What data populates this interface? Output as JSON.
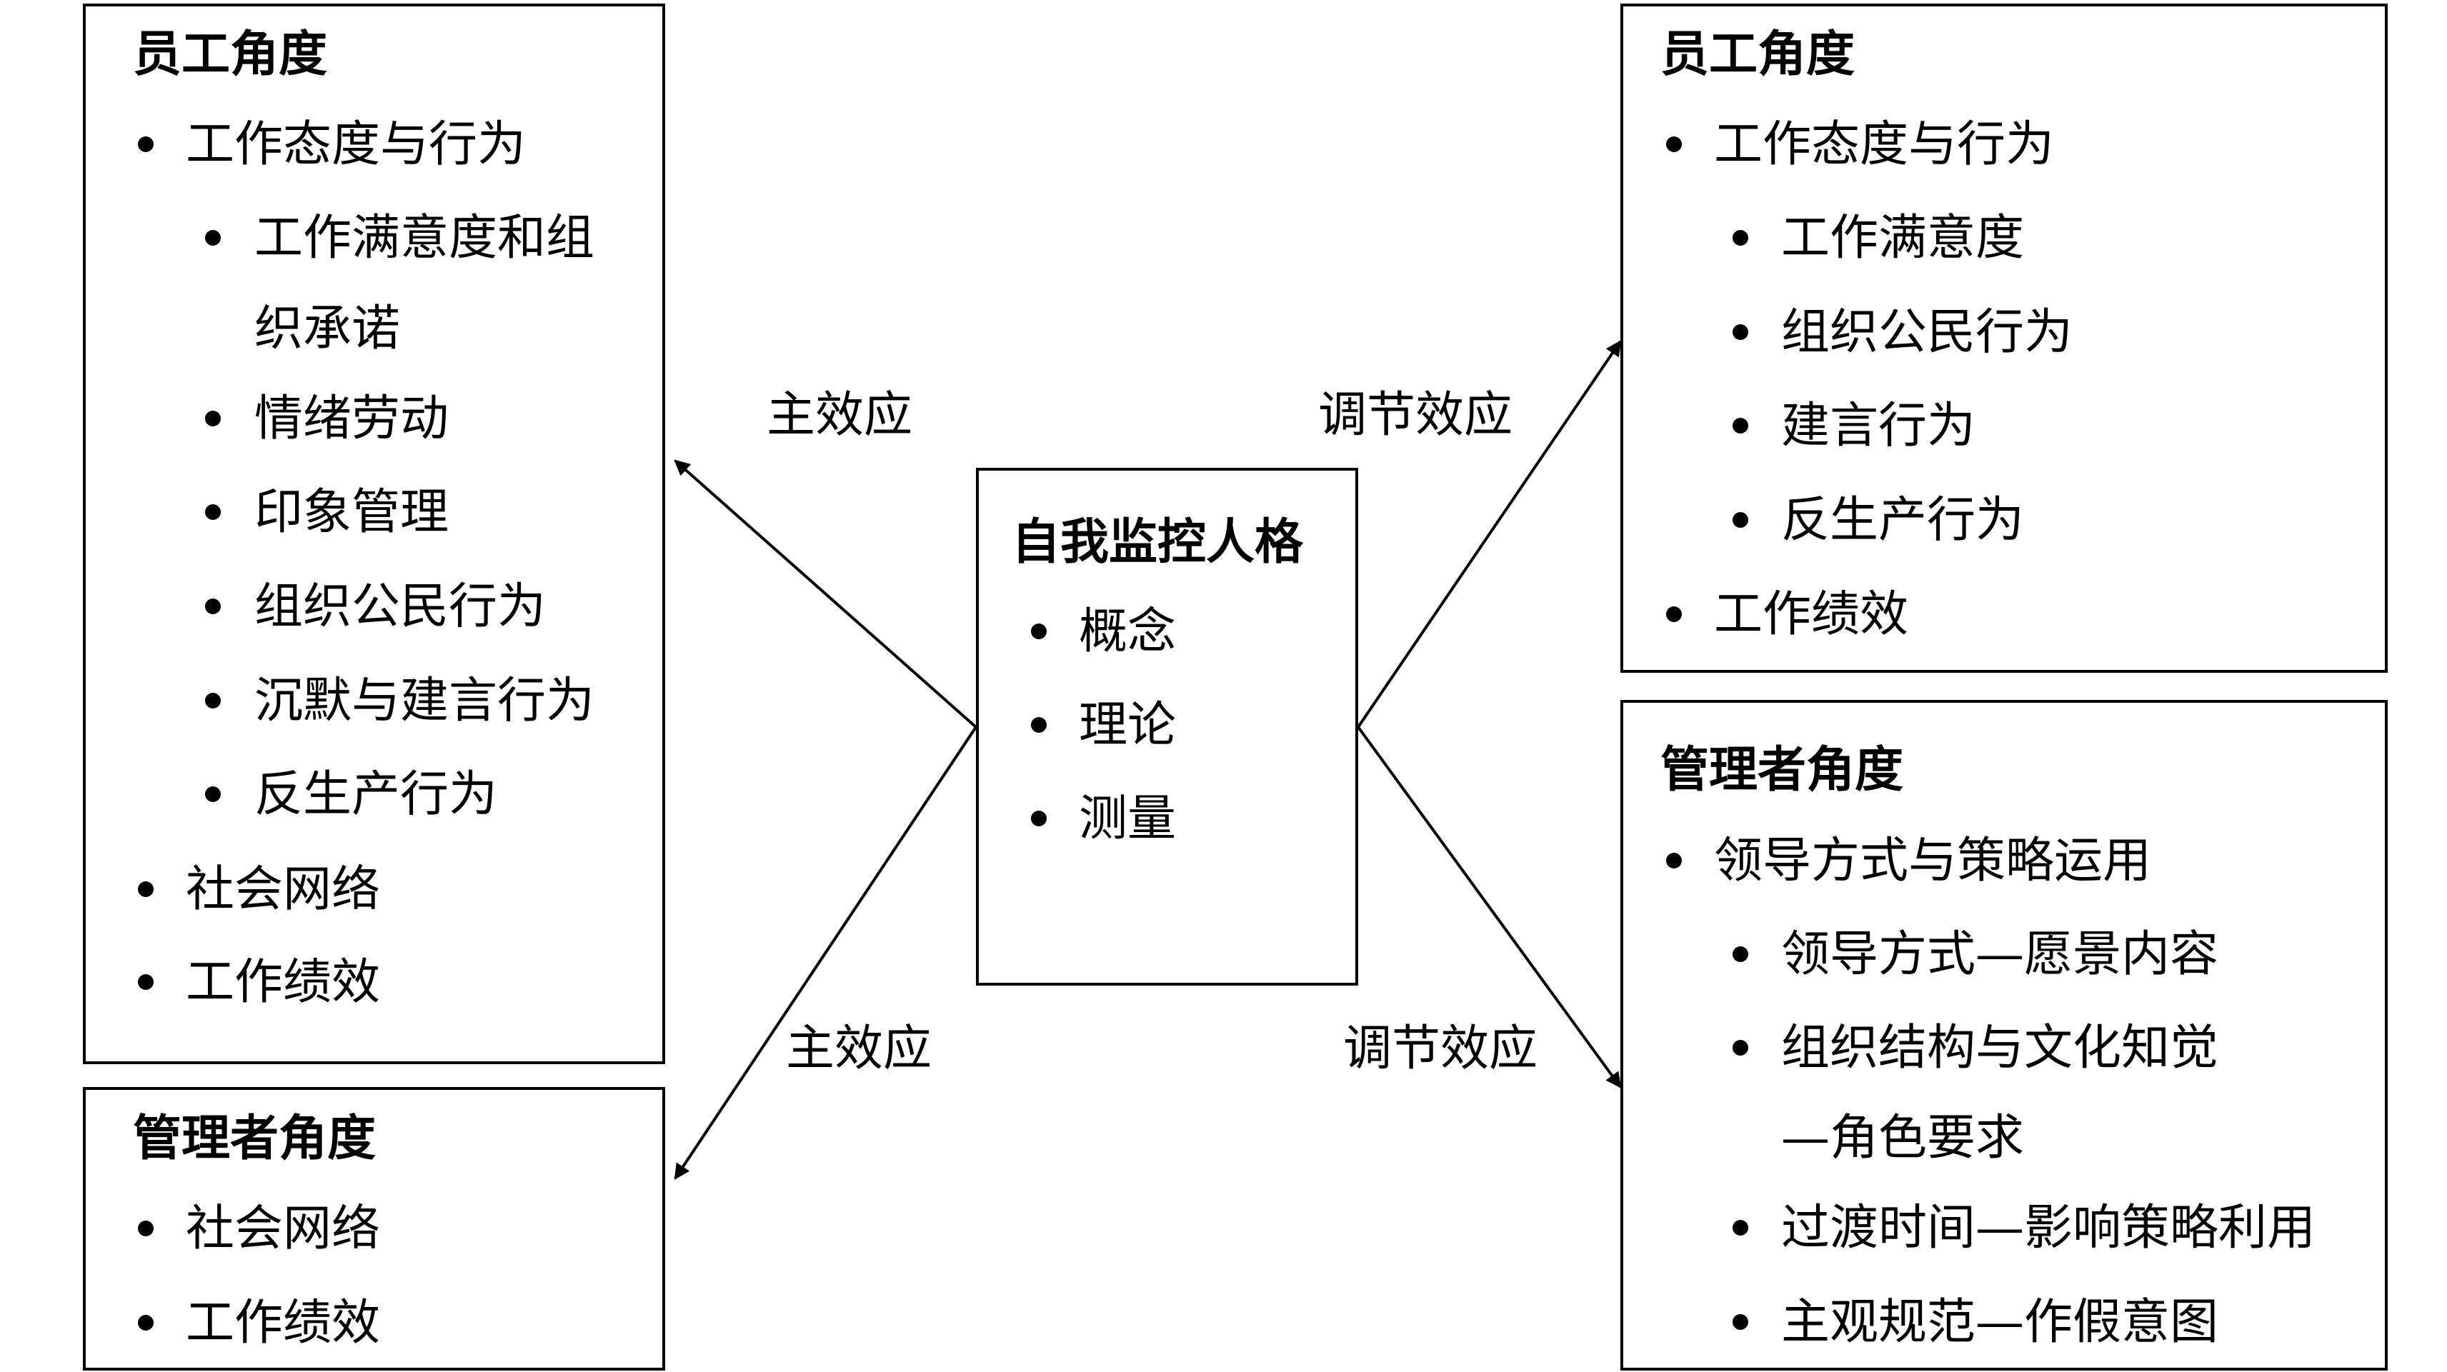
{
  "center": {
    "title": "自我监控人格",
    "items": [
      "概念",
      "理论",
      "测量"
    ]
  },
  "left_top": {
    "title": "员工角度",
    "items": [
      "工作态度与行为",
      "工作满意度和组",
      "织承诺",
      "情绪劳动",
      "印象管理",
      "组织公民行为",
      "沉默与建言行为",
      "反生产行为",
      "社会网络",
      "工作绩效"
    ]
  },
  "left_bottom": {
    "title": "管理者角度",
    "items": [
      "社会网络",
      "工作绩效"
    ]
  },
  "right_top": {
    "title": "员工角度",
    "items": [
      "工作态度与行为",
      "工作满意度",
      "组织公民行为",
      "建言行为",
      "反生产行为",
      "工作绩效"
    ]
  },
  "right_bottom": {
    "title": "管理者角度",
    "items": [
      "领导方式与策略运用",
      "领导方式—愿景内容",
      "组织结构与文化知觉",
      "—角色要求",
      "过渡时间—影响策略利用",
      "主观规范—作假意图"
    ]
  },
  "edges": {
    "to_left_top": "主效应",
    "to_left_bottom": "主效应",
    "to_right_top": "调节效应",
    "to_right_bottom": "调节效应"
  }
}
